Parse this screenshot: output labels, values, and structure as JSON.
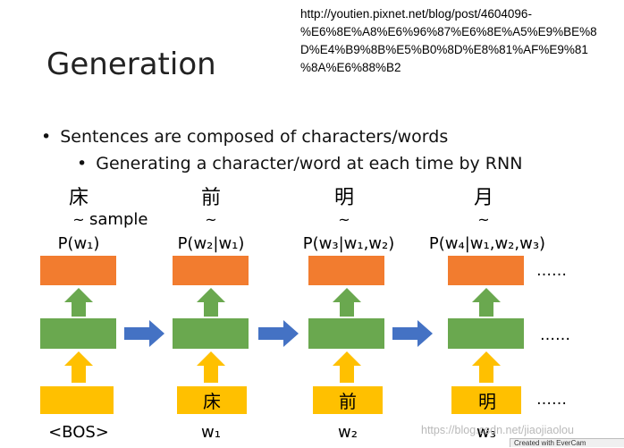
{
  "url_lines": [
    "http://youtien.pixnet.net/blog/post/4604096-",
    "%E6%8E%A8%E6%96%87%E6%8E%A5%E9%BE%8",
    "D%E4%B9%8B%E5%B0%8D%E8%81%AF%E9%81",
    "%8A%E6%88%B2"
  ],
  "title": "Generation",
  "bullets": [
    "Sentences are composed of characters/words",
    "Generating a character/word at each time by RNN"
  ],
  "bullet_glyph": "•",
  "tilde": "~",
  "sample_label": "sample",
  "steps": [
    {
      "output_char": "床",
      "prob": "P(w₁)",
      "input_char": "",
      "input_label": "<BOS>"
    },
    {
      "output_char": "前",
      "prob": "P(w₂|w₁)",
      "input_char": "床",
      "input_label": "w₁"
    },
    {
      "output_char": "明",
      "prob": "P(w₃|w₁,w₂)",
      "input_char": "前",
      "input_label": "w₂"
    },
    {
      "output_char": "月",
      "prob": "P(w₄|w₁,w₂,w₃)",
      "input_char": "明",
      "input_label": "w₃"
    }
  ],
  "ellipsis": "……",
  "watermark": "https://blog.csdn.net/jiaojiaolou",
  "evercam_label": "Created with EverCam",
  "colors": {
    "output_box": "#f27c2f",
    "hidden_box": "#6aa84f",
    "input_box": "#ffc000",
    "up_arrow_green": "#6aa84f",
    "up_arrow_orange": "#ffc000",
    "right_arrow": "#4472c4"
  }
}
